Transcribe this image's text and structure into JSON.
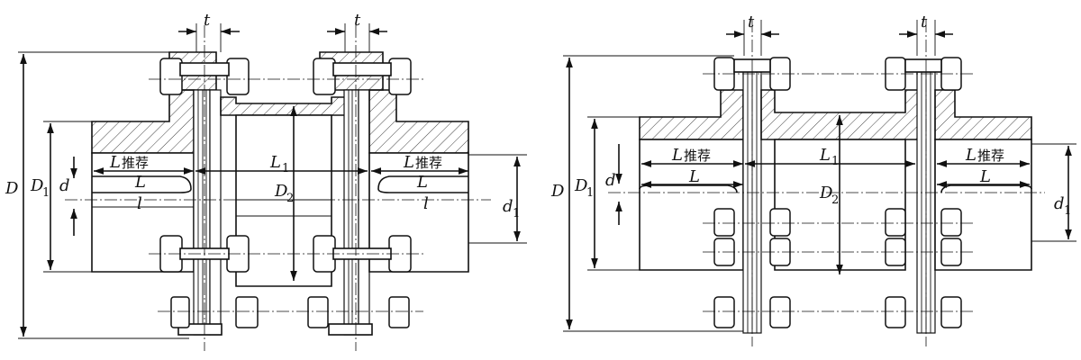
{
  "figures": [
    {
      "id": "left",
      "labels": {
        "t_left": "t",
        "t_right": "t",
        "D": "D",
        "D1": "D",
        "D1_sub": "1",
        "d": "d",
        "L_rec_left": "L",
        "L_rec_left_cn": "推荐",
        "L1": "L",
        "L1_sub": "1",
        "L_rec_right": "L",
        "L_rec_right_cn": "推荐",
        "L_left": "L",
        "L_right": "L",
        "l_left": "l",
        "l_right": "l",
        "D2": "D",
        "D2_sub": "2",
        "d1": "d",
        "d1_sub": "1"
      }
    },
    {
      "id": "right",
      "labels": {
        "t_left": "t",
        "t_right": "t",
        "D": "D",
        "D1": "D",
        "D1_sub": "1",
        "d": "d",
        "L_rec_left": "L",
        "L_rec_left_cn": "推荐",
        "L1": "L",
        "L1_sub": "1",
        "L_rec_right": "L",
        "L_rec_right_cn": "推荐",
        "L_left": "L",
        "L_right": "L",
        "D2": "D",
        "D2_sub": "2",
        "d1": "d",
        "d1_sub": "1"
      }
    }
  ]
}
